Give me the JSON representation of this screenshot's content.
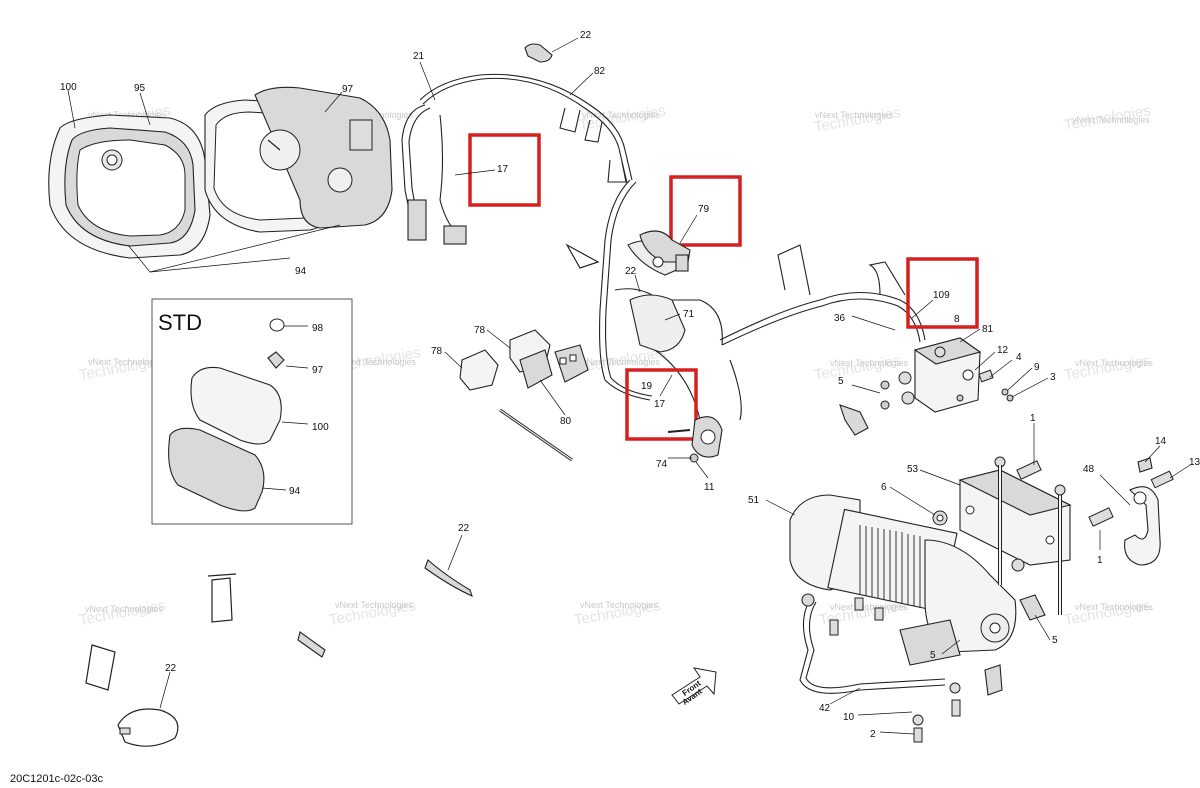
{
  "diagram": {
    "drawing_code": "20C1201c-02c-03c",
    "watermark_line1": "vNext Technologies",
    "watermark_line2": "Technologies",
    "std_box": {
      "title": "STD"
    },
    "front_arrow": {
      "line1": "Front",
      "line2": "Avant"
    }
  },
  "callouts": {
    "c100": "100",
    "c95": "95",
    "c97": "97",
    "c94": "94",
    "c21": "21",
    "c22_top": "22",
    "c82": "82",
    "c17_a": "17",
    "c79": "79",
    "c22_mid": "22",
    "c71": "71",
    "c109": "109",
    "c8": "8",
    "c36": "36",
    "c81": "81",
    "c78_a": "78",
    "c78_b": "78",
    "c80": "80",
    "c19": "19",
    "c17_b": "17",
    "c74": "74",
    "c11": "11",
    "c12": "12",
    "c4": "4",
    "c9": "9",
    "c3": "3",
    "c5_a": "5",
    "c1_a": "1",
    "c14": "14",
    "c13": "13",
    "c48": "48",
    "c53": "53",
    "c6": "6",
    "c51": "51",
    "c1_b": "1",
    "c5_b": "5",
    "c5_c": "5",
    "c42": "42",
    "c10": "10",
    "c2": "2",
    "c22_low": "22",
    "c22_bot": "22",
    "std98": "98",
    "std97": "97",
    "std100": "100",
    "std94": "94"
  },
  "highlights": [
    {
      "label": "17"
    },
    {
      "label": "79"
    },
    {
      "label": "109 / 8"
    },
    {
      "label": "19 / 17"
    }
  ]
}
